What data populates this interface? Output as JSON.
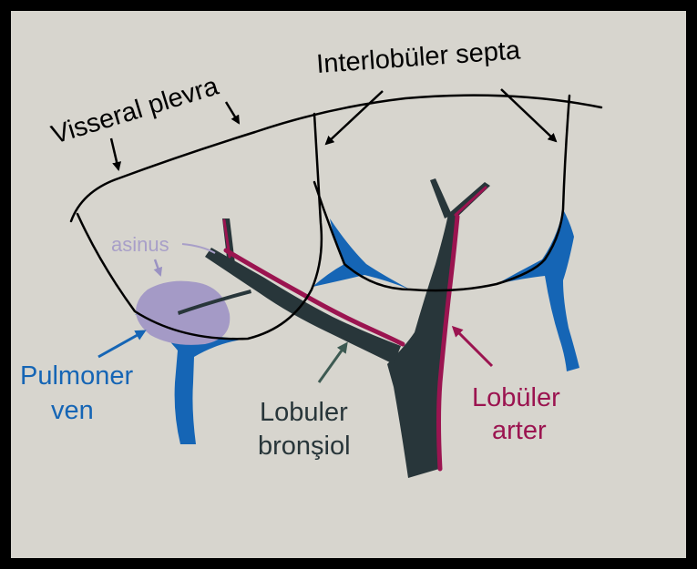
{
  "diagram": {
    "labels": {
      "visceral_pleura": "Visseral plevra",
      "interlobular_septa": "Interlobüler septa",
      "acinus": "asinus",
      "pulmonary_vein_line1": "Pulmoner",
      "pulmonary_vein_line2": "ven",
      "bronchiole_line1": "Lobuler",
      "bronchiole_line2": "bronşiol",
      "artery_line1": "Lobüler",
      "artery_line2": "arter"
    },
    "colors": {
      "background": "#d7d5ce",
      "frame": "#000000",
      "outline": "#000000",
      "vein": "#1565b5",
      "artery": "#9b1450",
      "bronchiole": "#28363a",
      "acinus_fill": "#a49ac6",
      "acinus_text": "#a89fc8",
      "bronchiole_label": "#3d5a52"
    }
  }
}
